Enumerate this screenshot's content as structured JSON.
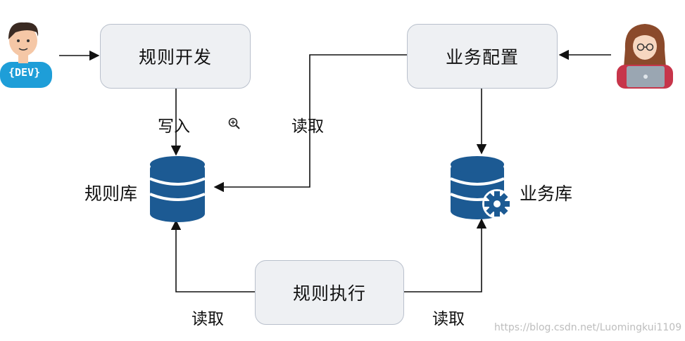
{
  "nodes": {
    "rule_dev": "规则开发",
    "biz_config": "业务配置",
    "rule_exec": "规则执行"
  },
  "databases": {
    "rule_db": "规则库",
    "biz_db": "业务库"
  },
  "edges": {
    "write": "写入",
    "read_config": "读取",
    "read_exec_left": "读取",
    "read_exec_right": "读取"
  },
  "actors": {
    "developer_badge": "{DEV}"
  },
  "watermark": "https://blog.csdn.net/Luomingkui1109",
  "colors": {
    "db_blue": "#1c5a93",
    "box_fill": "#eef0f3",
    "box_border": "#b9c0cc",
    "arrow": "#111111",
    "dev_shirt": "#1e9ed8",
    "biz_hair": "#8b4a2b"
  }
}
